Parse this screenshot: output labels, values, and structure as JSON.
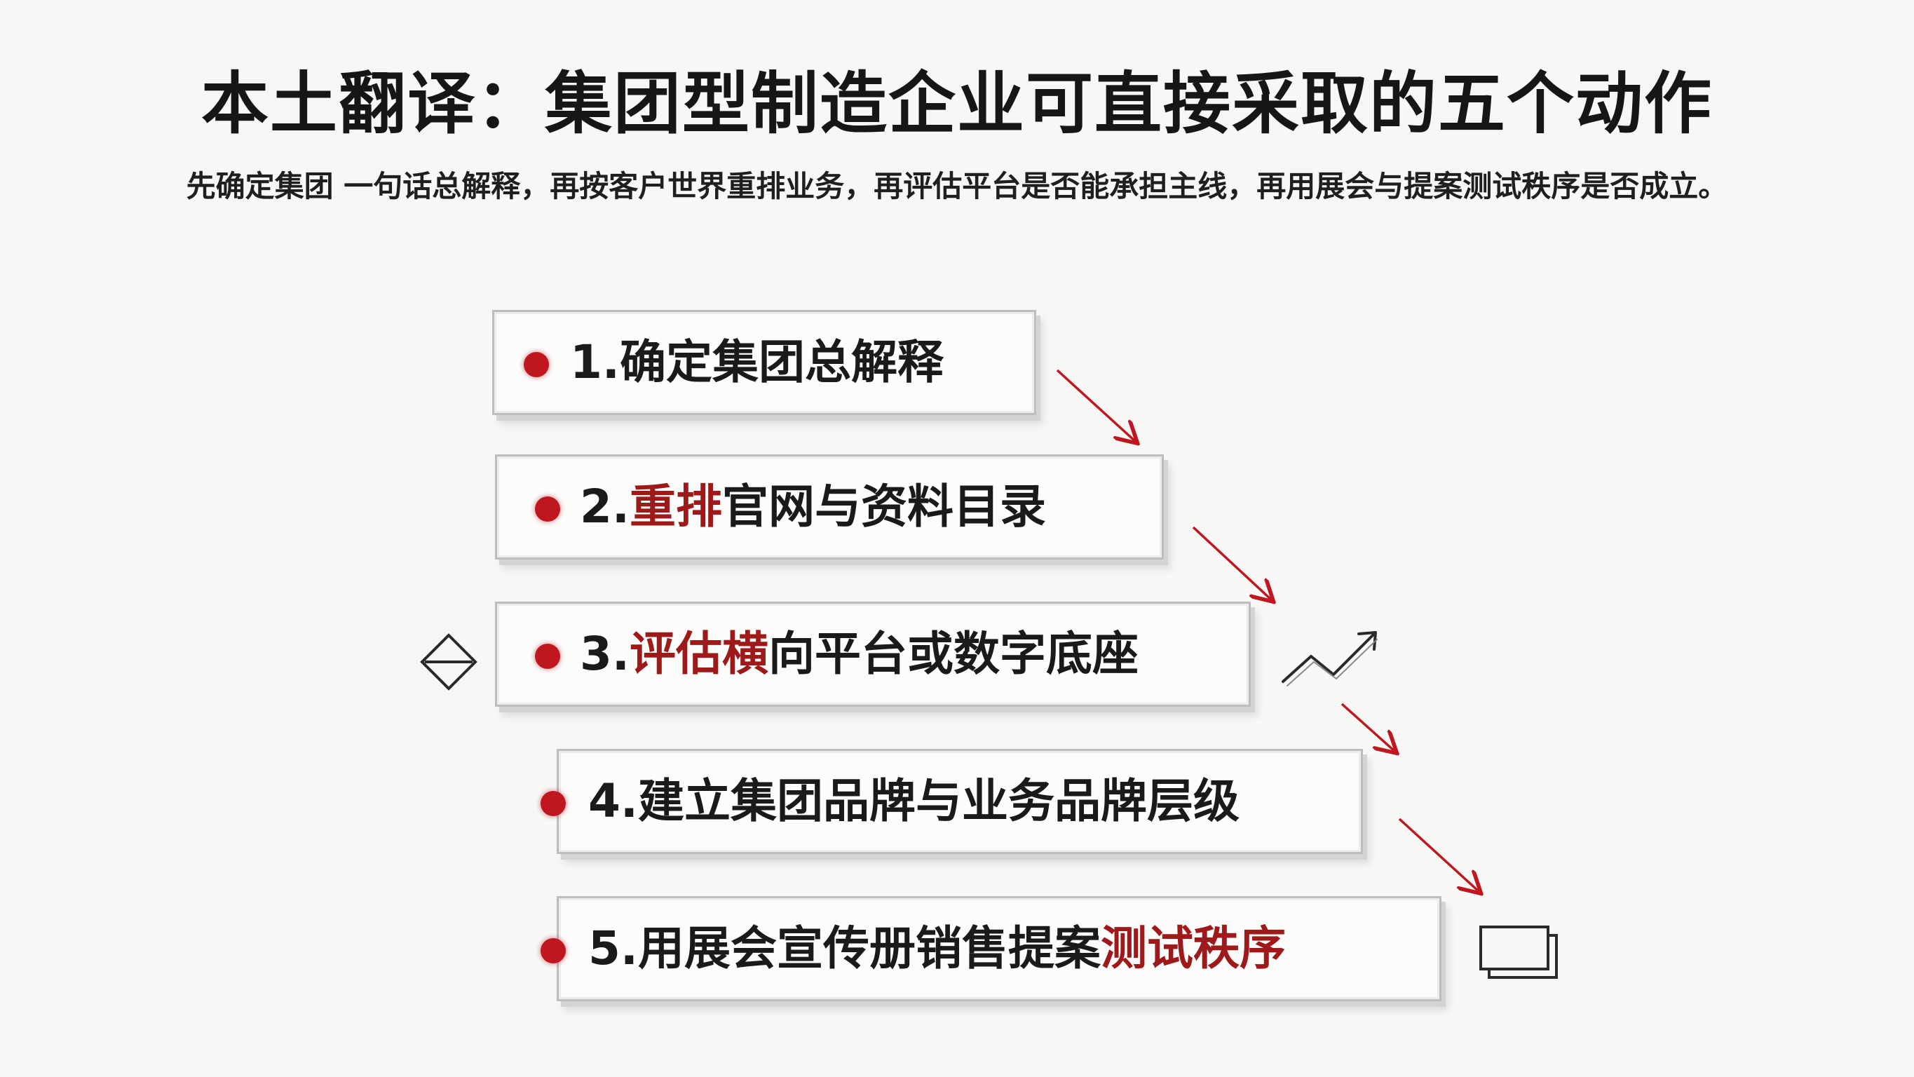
{
  "title": "本土翻译：集团型制造企业可直接采取的五个动作",
  "subtitle": "先确定集团 一句话总解释，再按客户世界重排业务，再评估平台是否能承担主线，再用展会与提案测试秩序是否成立。",
  "accent_color": "#c0161f",
  "steps": [
    {
      "prefix": "1.确定集团总解释",
      "highlight": "",
      "suffix": ""
    },
    {
      "prefix": "2.",
      "highlight": "重排",
      "suffix": "官网与资料目录"
    },
    {
      "prefix": "3.",
      "highlight": "评估横",
      "suffix": "向平台或数字底座"
    },
    {
      "prefix": "4.建立集团品牌与业务品牌层级",
      "highlight": "",
      "suffix": ""
    },
    {
      "prefix": "5.用展会宣传册销售提案",
      "highlight": "测试秩序",
      "suffix": ""
    }
  ],
  "icons": [
    "diamond-icon",
    "trend-up-icon",
    "document-stack-icon"
  ]
}
